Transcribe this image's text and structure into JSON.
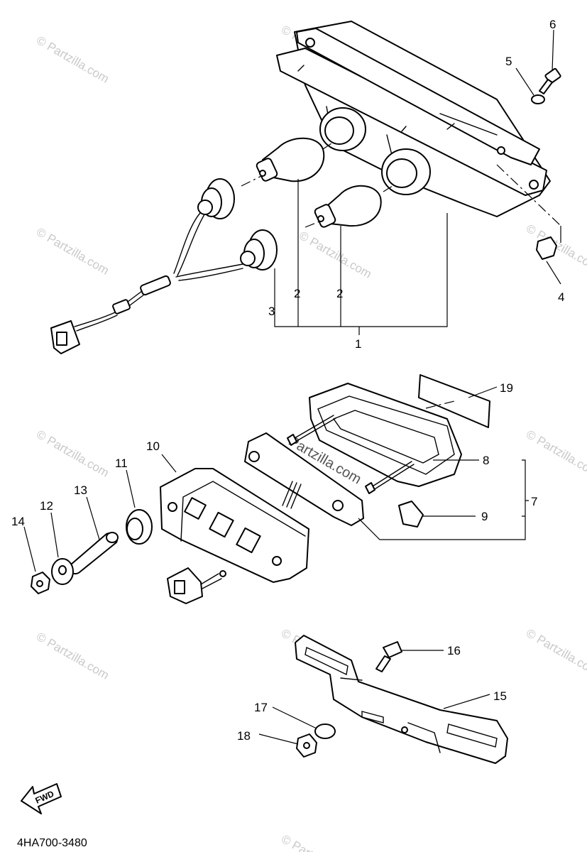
{
  "callouts": {
    "c1": "1",
    "c2a": "2",
    "c2b": "2",
    "c3": "3",
    "c4": "4",
    "c5": "5",
    "c6": "6",
    "c7": "7",
    "c8": "8",
    "c9": "9",
    "c10": "10",
    "c11": "11",
    "c12": "12",
    "c13": "13",
    "c14": "14",
    "c15": "15",
    "c16": "16",
    "c17": "17",
    "c18": "18",
    "c19": "19"
  },
  "footer": {
    "diagram_code": "4HA700-3480"
  },
  "direction_arrow": {
    "label": "FWD"
  },
  "watermark": {
    "text": "© Partzilla.com",
    "center_text": "Partzilla.com"
  }
}
